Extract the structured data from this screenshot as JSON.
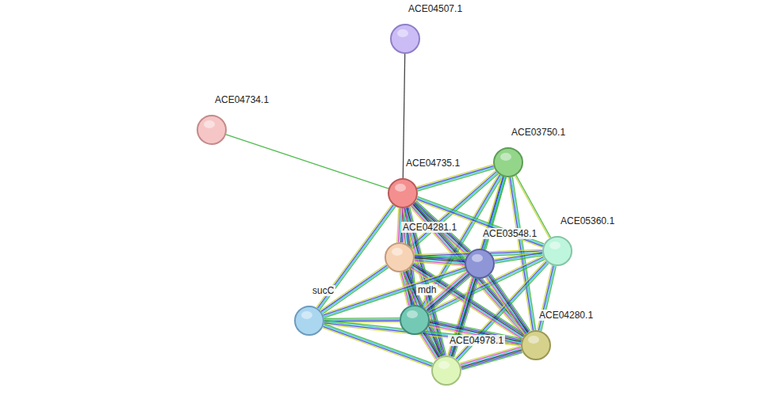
{
  "diagram": {
    "nodes": [
      {
        "text": [
          "ACE04507.1"
        ]
      },
      {
        "text": [
          "ACE04734.1"
        ]
      },
      {
        "text": [
          "ACE03750.1"
        ]
      },
      {
        "text": [
          "ACE04735.1"
        ]
      },
      {
        "text": [
          "ACE05360.1"
        ]
      },
      {
        "text": [
          "ACE04281.1"
        ]
      },
      {
        "text": [
          "ACE03548.1"
        ]
      },
      {
        "text": [
          "sucC"
        ]
      },
      {
        "text": [
          "mdh"
        ]
      },
      {
        "text": [
          "ACE04280.1"
        ]
      },
      {
        "text": [
          "ACE04978.1"
        ]
      }
    ],
    "edges": [
      {
        "from": 0,
        "to": 3,
        "arrow": "none"
      },
      {
        "from": 1,
        "to": 3,
        "arrow": "none"
      },
      {
        "from": 2,
        "to": 3,
        "arrow": "none"
      },
      {
        "from": 2,
        "to": 4,
        "arrow": "none"
      },
      {
        "from": 2,
        "to": 5,
        "arrow": "none"
      },
      {
        "from": 2,
        "to": 6,
        "arrow": "none"
      },
      {
        "from": 2,
        "to": 8,
        "arrow": "none"
      },
      {
        "from": 2,
        "to": 9,
        "arrow": "none"
      },
      {
        "from": 2,
        "to": 10,
        "arrow": "none"
      },
      {
        "from": 3,
        "to": 4,
        "arrow": "none"
      },
      {
        "from": 3,
        "to": 5,
        "arrow": "none"
      },
      {
        "from": 3,
        "to": 6,
        "arrow": "none"
      },
      {
        "from": 3,
        "to": 7,
        "arrow": "none"
      },
      {
        "from": 3,
        "to": 8,
        "arrow": "none"
      },
      {
        "from": 3,
        "to": 9,
        "arrow": "none"
      },
      {
        "from": 3,
        "to": 10,
        "arrow": "none"
      },
      {
        "from": 4,
        "to": 5,
        "arrow": "none"
      },
      {
        "from": 4,
        "to": 6,
        "arrow": "none"
      },
      {
        "from": 4,
        "to": 8,
        "arrow": "none"
      },
      {
        "from": 4,
        "to": 9,
        "arrow": "none"
      },
      {
        "from": 4,
        "to": 10,
        "arrow": "none"
      },
      {
        "from": 5,
        "to": 6,
        "arrow": "none"
      },
      {
        "from": 5,
        "to": 7,
        "arrow": "none"
      },
      {
        "from": 5,
        "to": 8,
        "arrow": "none"
      },
      {
        "from": 5,
        "to": 9,
        "arrow": "none"
      },
      {
        "from": 5,
        "to": 10,
        "arrow": "none"
      },
      {
        "from": 6,
        "to": 7,
        "arrow": "none"
      },
      {
        "from": 6,
        "to": 8,
        "arrow": "none"
      },
      {
        "from": 6,
        "to": 9,
        "arrow": "none"
      },
      {
        "from": 6,
        "to": 10,
        "arrow": "none"
      },
      {
        "from": 7,
        "to": 8,
        "arrow": "none"
      },
      {
        "from": 7,
        "to": 9,
        "arrow": "none"
      },
      {
        "from": 7,
        "to": 10,
        "arrow": "none"
      },
      {
        "from": 8,
        "to": 9,
        "arrow": "none"
      },
      {
        "from": 8,
        "to": 10,
        "arrow": "none"
      },
      {
        "from": 9,
        "to": 10,
        "arrow": "none"
      }
    ]
  }
}
